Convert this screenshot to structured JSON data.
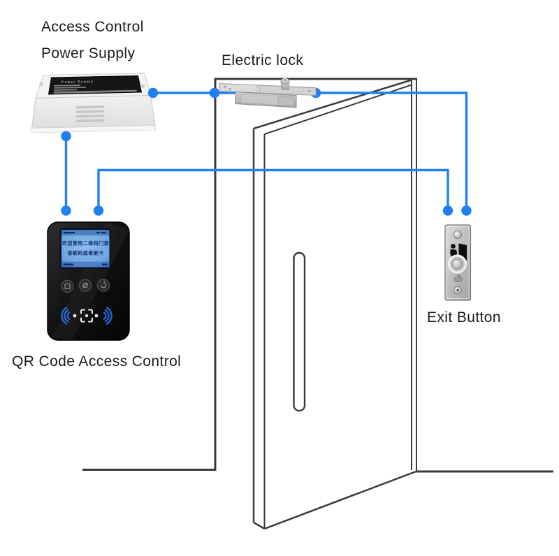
{
  "labels": {
    "access_control_line1": "Access Control",
    "access_control_line2": "Power Supply",
    "electric_lock": "Electric lock",
    "exit_button": "Exit Button",
    "qr_reader": "QR Code Access Control"
  },
  "devices": {
    "power_supply": {
      "panel_title": "Power Supply"
    },
    "qr_reader": {
      "lcd_line1": "欢迎使用二维码门禁",
      "lcd_line2": "请刷码或者刷卡"
    }
  },
  "connections": [
    {
      "from": "Access Control Power Supply",
      "to": "Electric lock"
    },
    {
      "from": "Electric lock",
      "to": "Exit Button"
    },
    {
      "from": "Access Control Power Supply",
      "to": "QR Code Access Control"
    },
    {
      "from": "QR Code Access Control",
      "to": "Exit Button"
    }
  ],
  "colors": {
    "wire_blue": "#1f80f4",
    "line_dark": "#3a3a3a",
    "label_text": "#1a1a1a",
    "lcd_blue": "#6fa6e0",
    "scan_arc_blue": "#2b5fd6"
  }
}
